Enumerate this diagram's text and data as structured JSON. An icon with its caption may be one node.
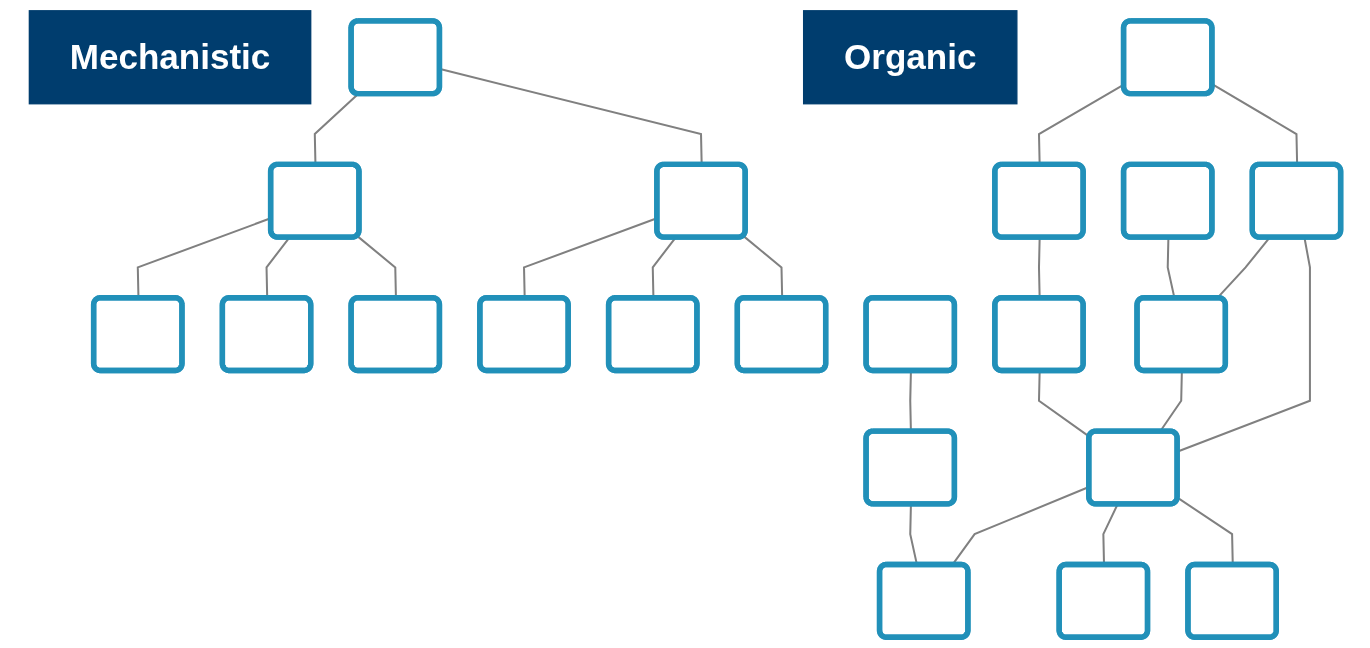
{
  "diagram": {
    "nodes": [
      {
        "text": [
          "Mechanistic"
        ]
      },
      {
        "text": [],
        "shape": "box"
      },
      {
        "text": [],
        "shape": "box"
      },
      {
        "text": [],
        "shape": "box"
      },
      {
        "text": [],
        "shape": "box"
      },
      {
        "text": [],
        "shape": "box"
      },
      {
        "text": [],
        "shape": "box"
      },
      {
        "text": [],
        "shape": "box"
      },
      {
        "text": [],
        "shape": "box"
      },
      {
        "text": [],
        "shape": "box"
      },
      {
        "text": [
          "Organic"
        ]
      },
      {
        "text": [],
        "shape": "box"
      },
      {
        "text": [],
        "shape": "box"
      },
      {
        "text": [],
        "shape": "box"
      },
      {
        "text": [],
        "shape": "box"
      },
      {
        "text": [],
        "shape": "box"
      },
      {
        "text": [],
        "shape": "box"
      },
      {
        "text": [],
        "shape": "box"
      },
      {
        "text": [],
        "shape": "box"
      },
      {
        "text": [],
        "shape": "box"
      },
      {
        "text": [],
        "shape": "box"
      },
      {
        "text": [],
        "shape": "box"
      },
      {
        "text": [],
        "shape": "box"
      }
    ],
    "edges": [
      {
        "from": 1,
        "to": 2,
        "arrow": "none"
      },
      {
        "from": 1,
        "to": 3,
        "arrow": "none"
      },
      {
        "from": 2,
        "to": 4,
        "arrow": "none"
      },
      {
        "from": 2,
        "to": 5,
        "arrow": "none"
      },
      {
        "from": 2,
        "to": 6,
        "arrow": "none"
      },
      {
        "from": 3,
        "to": 7,
        "arrow": "none"
      },
      {
        "from": 3,
        "to": 8,
        "arrow": "none"
      },
      {
        "from": 3,
        "to": 9,
        "arrow": "none"
      },
      {
        "from": 11,
        "to": 15,
        "arrow": "none"
      },
      {
        "from": 13,
        "to": 12,
        "arrow": "none"
      },
      {
        "from": 13,
        "to": 16,
        "arrow": "none"
      },
      {
        "from": 12,
        "to": 18,
        "arrow": "none"
      },
      {
        "from": 14,
        "to": 17,
        "arrow": "none"
      },
      {
        "from": 15,
        "to": 20,
        "arrow": "none"
      },
      {
        "from": 16,
        "to": 17,
        "arrow": "none"
      },
      {
        "from": 16,
        "to": 19,
        "arrow": "none"
      },
      {
        "from": 17,
        "to": 19,
        "arrow": "none"
      },
      {
        "from": 18,
        "to": 19,
        "arrow": "none"
      },
      {
        "from": 19,
        "to": 20,
        "arrow": "none"
      },
      {
        "from": 19,
        "to": 21,
        "arrow": "none"
      },
      {
        "from": 19,
        "to": 22,
        "arrow": "none"
      }
    ]
  }
}
